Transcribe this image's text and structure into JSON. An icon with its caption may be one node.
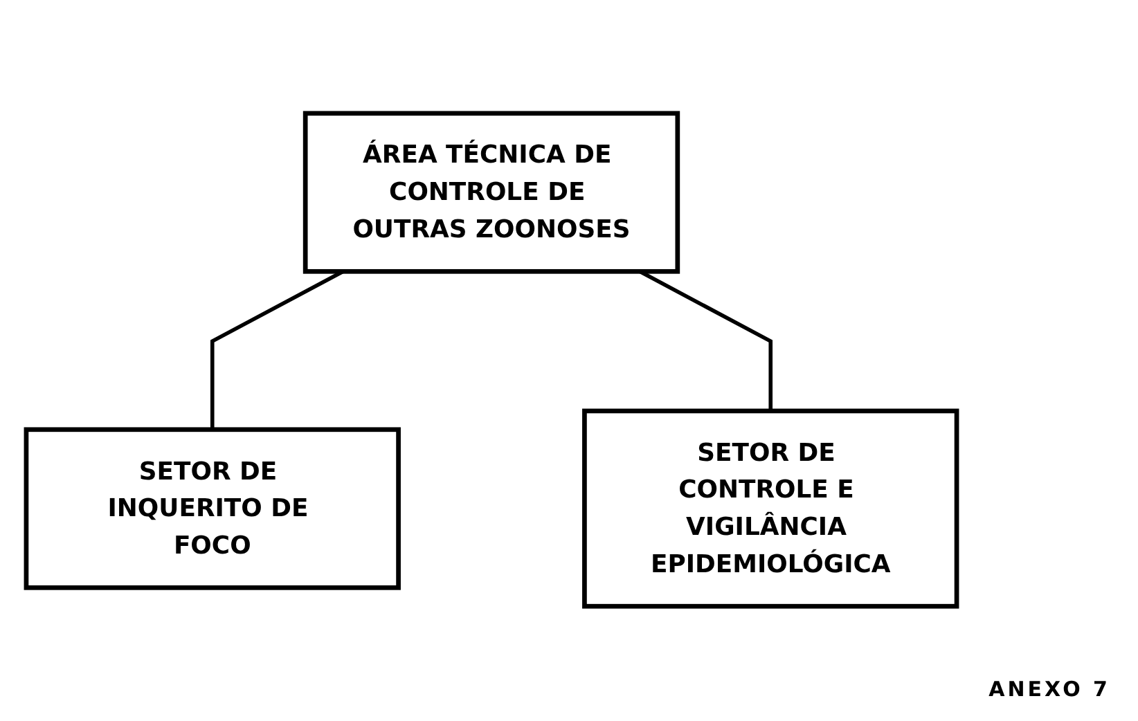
{
  "diagram": {
    "nodes": [
      {
        "text": [
          "ÁREA TÉCNICA DE CONTROLE DE OUTRAS ZOONOSES"
        ]
      },
      {
        "text": [
          "SETOR DE INQUERITO DE FOCO"
        ]
      },
      {
        "text": [
          "SETOR DE CONTROLE E VIGILÂNCIA EPIDEMIOLÓGICA"
        ]
      }
    ],
    "edges": [
      {
        "from": 0,
        "to": 1,
        "arrow": "none"
      },
      {
        "from": 0,
        "to": 2,
        "arrow": "none"
      }
    ],
    "labels": [
      "ANEXO 7"
    ]
  }
}
